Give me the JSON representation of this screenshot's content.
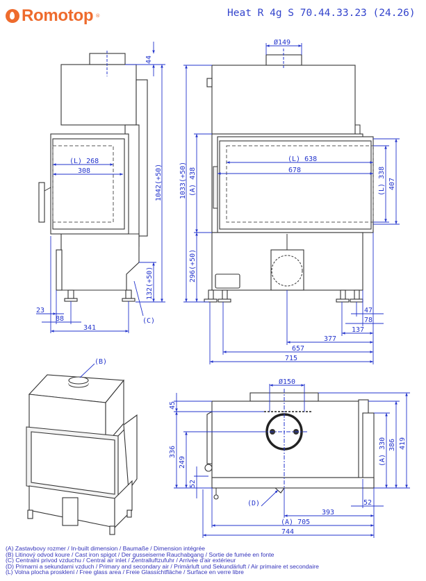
{
  "header": {
    "brand": "Romotop",
    "model_title": "Heat R 4g S 70.44.33.23 (24.26)"
  },
  "side_view": {
    "dims": {
      "flue_height": "44",
      "total_height": "1042(+50)",
      "air_inlet_height": "132(+50)",
      "glass_width": "(L) 268",
      "door_width": "308",
      "d23": "23",
      "d88": "88",
      "depth": "341",
      "label_c": "(C)"
    }
  },
  "front_view": {
    "dims": {
      "flue_diameter": "Ø149",
      "total_height": "1033(+50)",
      "built_in_height": "(A) 438",
      "base_height": "296(+50)",
      "glass_width": "(L) 638",
      "door_width": "678",
      "glass_height": "(L) 338",
      "door_height": "407",
      "d47": "47",
      "d78": "78",
      "d137": "137",
      "d377": "377",
      "d657": "657",
      "d715": "715"
    }
  },
  "iso_view": {
    "label_b": "(B)"
  },
  "top_view": {
    "dims": {
      "flue_diameter": "Ø150",
      "d45": "45",
      "d336": "336",
      "d249": "249",
      "d52_left": "52",
      "built_in_depth": "(A) 330",
      "d386": "386",
      "d419": "419",
      "d52_right": "52",
      "d393": "393",
      "built_in_width": "(A) 705",
      "total_width": "744",
      "label_d": "(D)"
    }
  },
  "legend": [
    "(A)  Zastavbovy rozmer / In-built dimension / Baumaße / Dimension intégrée",
    "(B)  Litinový odvod koure / Cast iron spigot / Der gusseiserne Rauchabgang /  Sortie de fumée en fonte",
    "(C)  Centralni privod vzduchu / Central air inlet / Zentralluftzufuhr / Arrivée  d'air extérieur",
    "(D)  Primarni a sekundarni vzduch / Primary and secondary air / Primärluft und  Sekundärluft / Air primaire et secondaire",
    "(L)  Volna plocha prosklení / Free glass area / Freie Glassichtfläche / Surface  en verre libre"
  ],
  "colors": {
    "brand": "#ee6b2d",
    "dimension": "#2233cc"
  }
}
